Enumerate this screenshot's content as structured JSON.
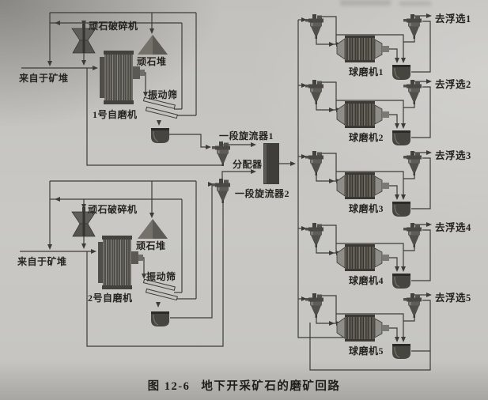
{
  "figure": {
    "number": "图 12-6",
    "title": "地下开采矿石的磨矿回路"
  },
  "left_section": {
    "subsystems": [
      {
        "feed": "来自于矿堆",
        "crusher": "顽石破碎机",
        "stockpile": "顽石堆",
        "mill": "1号自磨机",
        "screen": "振动筛"
      },
      {
        "feed": "来自于矿堆",
        "crusher": "顽石破碎机",
        "stockpile": "顽石堆",
        "mill": "2号自磨机",
        "screen": "振动筛"
      }
    ],
    "primary_cyclones": [
      "一段旋流器1",
      "一段旋流器2"
    ],
    "distributor": "分配器"
  },
  "right_section": {
    "circuits": [
      {
        "mill": "球磨机1",
        "to_flotation": "去浮选1"
      },
      {
        "mill": "球磨机2",
        "to_flotation": "去浮选2"
      },
      {
        "mill": "球磨机3",
        "to_flotation": "去浮选3"
      },
      {
        "mill": "球磨机4",
        "to_flotation": "去浮选4"
      },
      {
        "mill": "球磨机5",
        "to_flotation": "去浮选5"
      }
    ]
  },
  "colors": {
    "paper": "#c7c6c2",
    "line": "#3e3c38",
    "ink": "#26241f",
    "component_dark": "#47453f",
    "component_mid": "#5a5750",
    "component_light": "#8f8d87"
  }
}
